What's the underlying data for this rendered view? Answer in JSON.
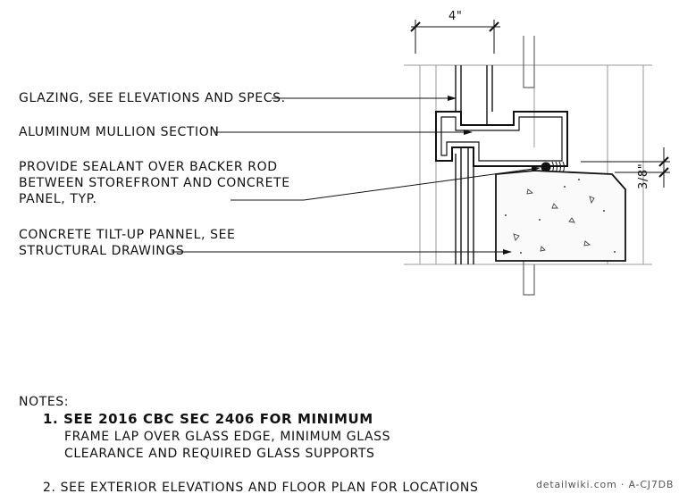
{
  "callouts": {
    "glazing": [
      "GLAZING, SEE ELEVATIONS AND SPECS."
    ],
    "mullion": [
      "ALUMINUM MULLION SECTION"
    ],
    "sealant": [
      "PROVIDE SEALANT OVER BACKER ROD",
      "BETWEEN STOREFRONT AND CONCRETE",
      "PANEL, TYP."
    ],
    "concrete": [
      "CONCRETE TILT-UP PANNEL, SEE",
      "STRUCTURAL DRAWINGS"
    ]
  },
  "dimensions": {
    "width": "4\"",
    "gap": "3/8\""
  },
  "notes": {
    "heading": "NOTES:",
    "note1": [
      "1. SEE 2016 CBC SEC 2406 FOR MINIMUM",
      "FRAME LAP OVER GLASS EDGE, MINIMUM GLASS",
      "CLEARANCE AND REQUIRED GLASS SUPPORTS"
    ],
    "note2": "2. SEE EXTERIOR ELEVATIONS AND FLOOR PLAN FOR LOCATIONS"
  },
  "watermark": "detailwiki.com · A-CJ7DB"
}
